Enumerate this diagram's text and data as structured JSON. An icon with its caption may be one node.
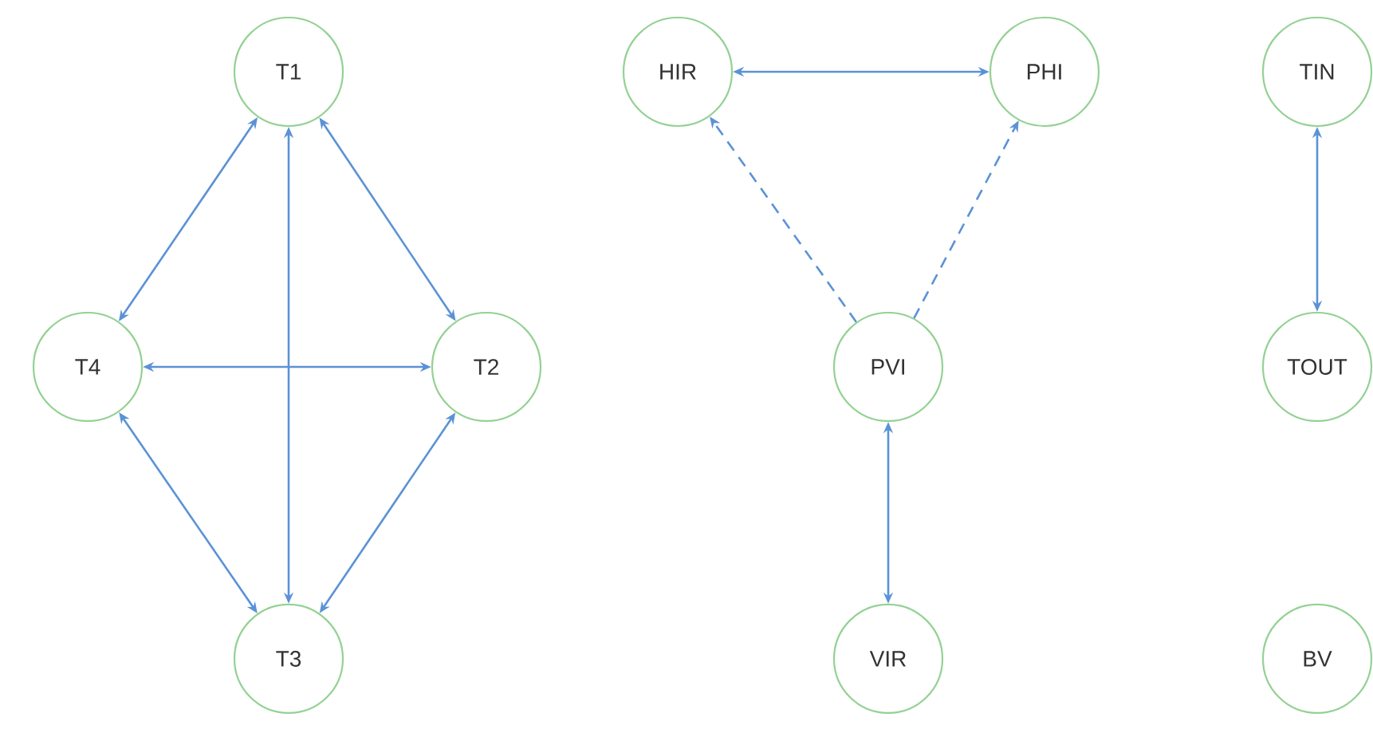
{
  "diagram": {
    "nodes": [
      {
        "text": [
          "T1"
        ]
      },
      {
        "text": [
          "T4"
        ]
      },
      {
        "text": [
          "T2"
        ]
      },
      {
        "text": [
          "T3"
        ]
      },
      {
        "text": [
          "HIR"
        ]
      },
      {
        "text": [
          "PHI"
        ]
      },
      {
        "text": [
          "PVI"
        ]
      },
      {
        "text": [
          "VIR"
        ]
      },
      {
        "text": [
          "TIN"
        ]
      },
      {
        "text": [
          "TOUT"
        ]
      },
      {
        "text": [
          "BV"
        ]
      }
    ],
    "edges": [
      {
        "from": 0,
        "to": 1,
        "arrow": "both"
      },
      {
        "from": 0,
        "to": 2,
        "arrow": "both"
      },
      {
        "from": 0,
        "to": 3,
        "arrow": "both"
      },
      {
        "from": 1,
        "to": 2,
        "arrow": "both"
      },
      {
        "from": 1,
        "to": 3,
        "arrow": "both"
      },
      {
        "from": 2,
        "to": 3,
        "arrow": "both"
      },
      {
        "from": 4,
        "to": 5,
        "arrow": "both"
      },
      {
        "from": 6,
        "to": 4,
        "arrow": "to",
        "style": "dashed"
      },
      {
        "from": 6,
        "to": 5,
        "arrow": "to",
        "style": "dashed"
      },
      {
        "from": 6,
        "to": 7,
        "arrow": "both"
      },
      {
        "from": 8,
        "to": 9,
        "arrow": "both"
      }
    ]
  }
}
